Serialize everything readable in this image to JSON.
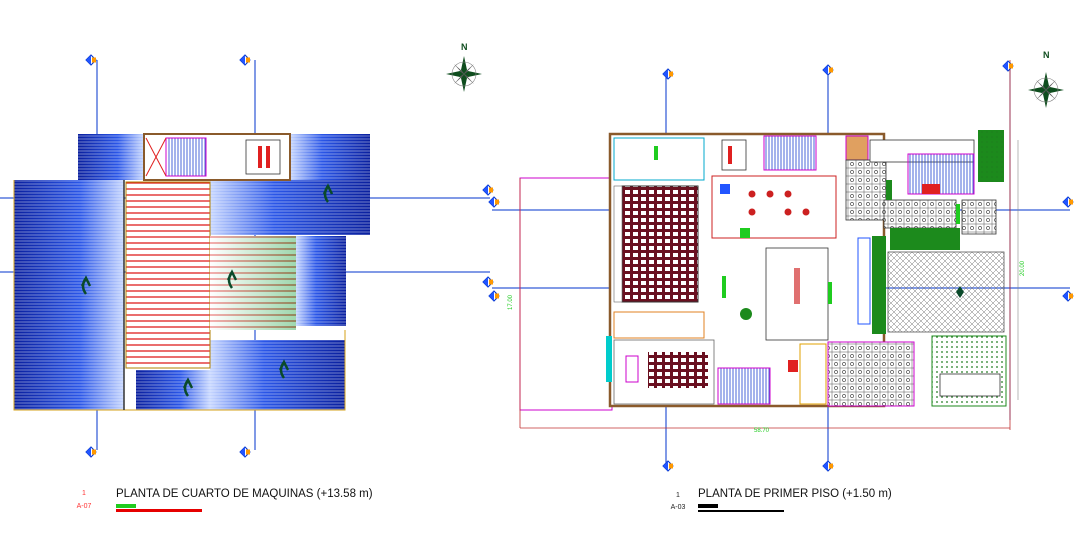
{
  "plans": [
    {
      "title": "PLANTA DE CUARTO DE MAQUINAS (+13.58 m)",
      "sheet_number": "1",
      "sheet_ref": "A-07",
      "ref_color": "#ff3333",
      "underline_colors": [
        "#1fcc1f",
        "#e60000"
      ]
    },
    {
      "title": "PLANTA DE PRIMER PISO (+1.50 m)",
      "sheet_number": "1",
      "sheet_ref": "A-03",
      "ref_color": "#222222",
      "underline_colors": [
        "#000000",
        "#000000"
      ]
    }
  ],
  "north_arrow_label": "N",
  "colors": {
    "roof_blue": "#1a3fd1",
    "axis_line": "#0033cc",
    "wall": "#8a5a2b",
    "red_stripes": "#e02020",
    "green_fill": "#1c8a1c",
    "magenta": "#cc00cc"
  },
  "icons": [
    "north-arrow-icon",
    "section-marker-icon",
    "slope-arrow-icon",
    "tree-icon"
  ]
}
